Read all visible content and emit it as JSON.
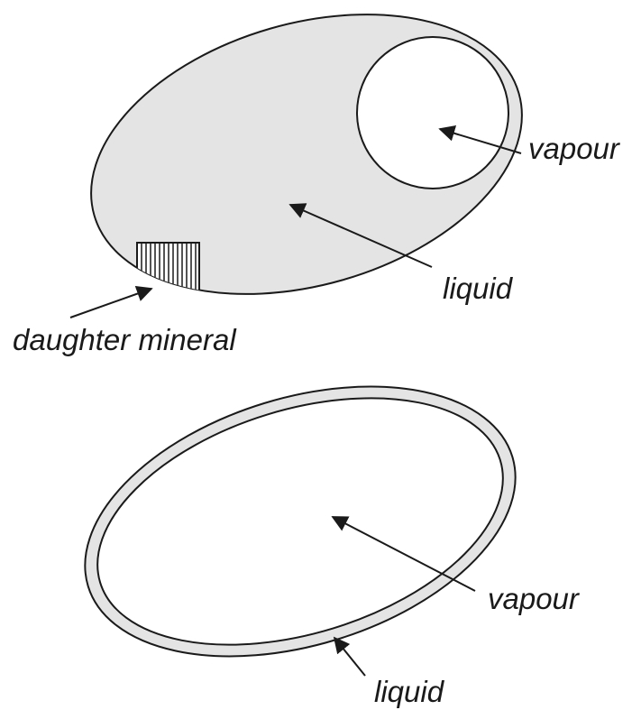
{
  "colors": {
    "liquid_fill": "#e4e4e4",
    "vapour_fill": "#ffffff",
    "outline": "#1a1a1a",
    "text": "#1a1a1a"
  },
  "top_inclusion": {
    "labels": {
      "vapour": "vapour",
      "liquid": "liquid",
      "daughter_mineral": "daughter mineral"
    }
  },
  "bottom_inclusion": {
    "labels": {
      "vapour": "vapour",
      "liquid": "liquid"
    }
  }
}
